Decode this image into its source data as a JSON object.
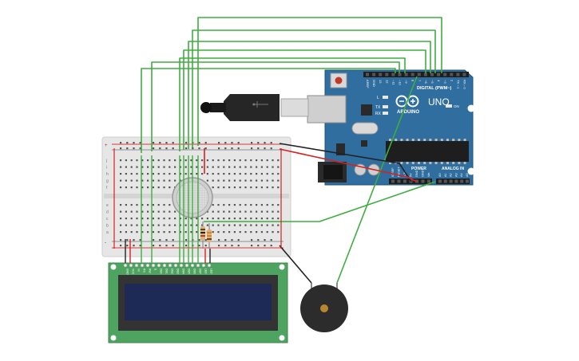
{
  "arduino": {
    "brand": "ARDUINO",
    "model": "UNO",
    "digital_header": "DIGITAL (PWM~)",
    "power_header": "POWER",
    "analog_header": "ANALOG IN",
    "top_pins": [
      "AREF",
      "GND",
      "13",
      "12",
      "~11",
      "~10",
      "~9",
      "8",
      "7",
      "~6",
      "~5",
      "4",
      "~3",
      "2",
      "TX→1",
      "RX←0"
    ],
    "power_pins": [
      "IOREF",
      "RESET",
      "3.3V",
      "5V",
      "GND",
      "GND",
      "Vin"
    ],
    "analog_pins": [
      "A0",
      "A1",
      "A2",
      "A3",
      "A4",
      "A5"
    ],
    "leds": [
      "L",
      "TX",
      "RX"
    ],
    "on_label": "ON"
  },
  "breadboard": {
    "rail_plus": "+",
    "rail_minus": "-",
    "row_letters_top": [
      "j",
      "i",
      "h",
      "g",
      "f"
    ],
    "row_letters_bottom": [
      "e",
      "d",
      "c",
      "b",
      "a"
    ]
  },
  "lcd": {
    "pin_labels": [
      "GND",
      "VCC",
      "V0",
      "RS",
      "RW",
      "E",
      "DB0",
      "DB1",
      "DB2",
      "DB3",
      "DB4",
      "DB5",
      "DB6",
      "DB7",
      "LED",
      "LED"
    ]
  },
  "colors": {
    "wire_green": "#3fae3f",
    "wire_red": "#d42222",
    "wire_black": "#222222",
    "board_blue": "#2f6e9e",
    "lcd_green": "#4da35f",
    "lcd_screen": "#1d2a55"
  }
}
